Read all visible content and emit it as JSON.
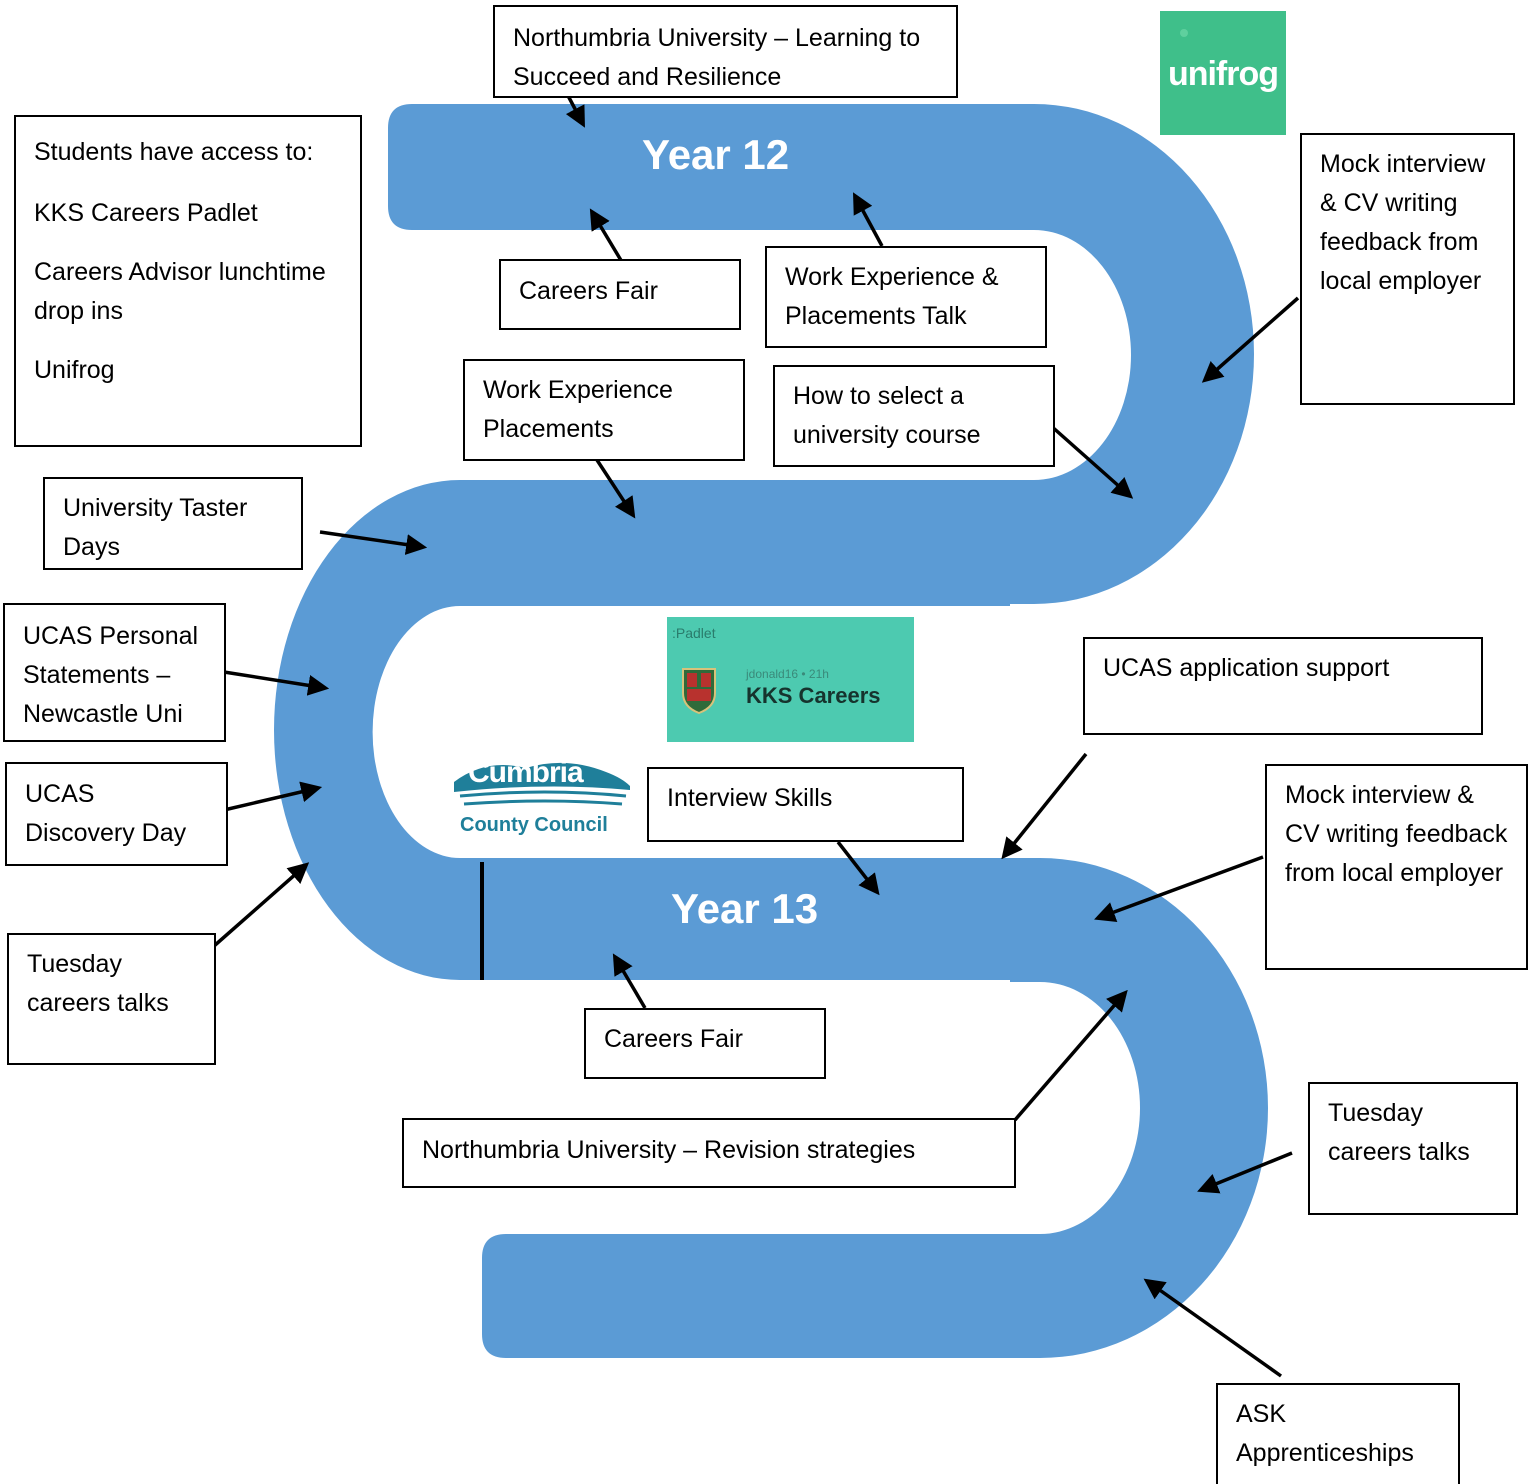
{
  "years": {
    "y12": "Year 12",
    "y13": "Year 13"
  },
  "access": {
    "heading": "Students have access to:",
    "items": [
      "KKS Careers Padlet",
      "Careers Advisor lunchtime drop ins",
      "Unifrog"
    ]
  },
  "boxes": {
    "northumbria_learning": "Northumbria University – Learning to Succeed and Resilience",
    "careers_fair_12": "Careers Fair",
    "work_exp_talk": "Work Experience & Placements Talk",
    "mock_interview_12": "Mock interview & CV writing feedback from local employer",
    "work_exp_placements": "Work Experience Placements",
    "select_course": "How to select a university course",
    "taster_days": "University Taster Days",
    "ucas_personal": "UCAS Personal Statements – Newcastle Uni",
    "ucas_discovery": "UCAS Discovery Day",
    "tuesday_talks_left": "Tuesday careers talks",
    "ucas_support": "UCAS application support",
    "interview_skills": "Interview Skills",
    "mock_interview_13": "Mock interview & CV writing feedback from local employer",
    "careers_fair_13": "Careers Fair",
    "northumbria_revision": "Northumbria University – Revision strategies",
    "tuesday_talks_right": "Tuesday careers talks",
    "ask_apprenticeships": "ASK Apprenticeships"
  },
  "logos": {
    "unifrog": "unifrog",
    "padlet_brand": ":Padlet",
    "padlet_meta": "jdonald16 • 21h",
    "padlet_title": "KKS Careers",
    "cumbria_1": "Cumbria",
    "cumbria_2": "County Council"
  },
  "colors": {
    "road": "#5b9bd5",
    "unifrog_bg": "#3fbf8a",
    "padlet_bg": "#4dcab0",
    "cumbria": "#1f7f9a"
  }
}
